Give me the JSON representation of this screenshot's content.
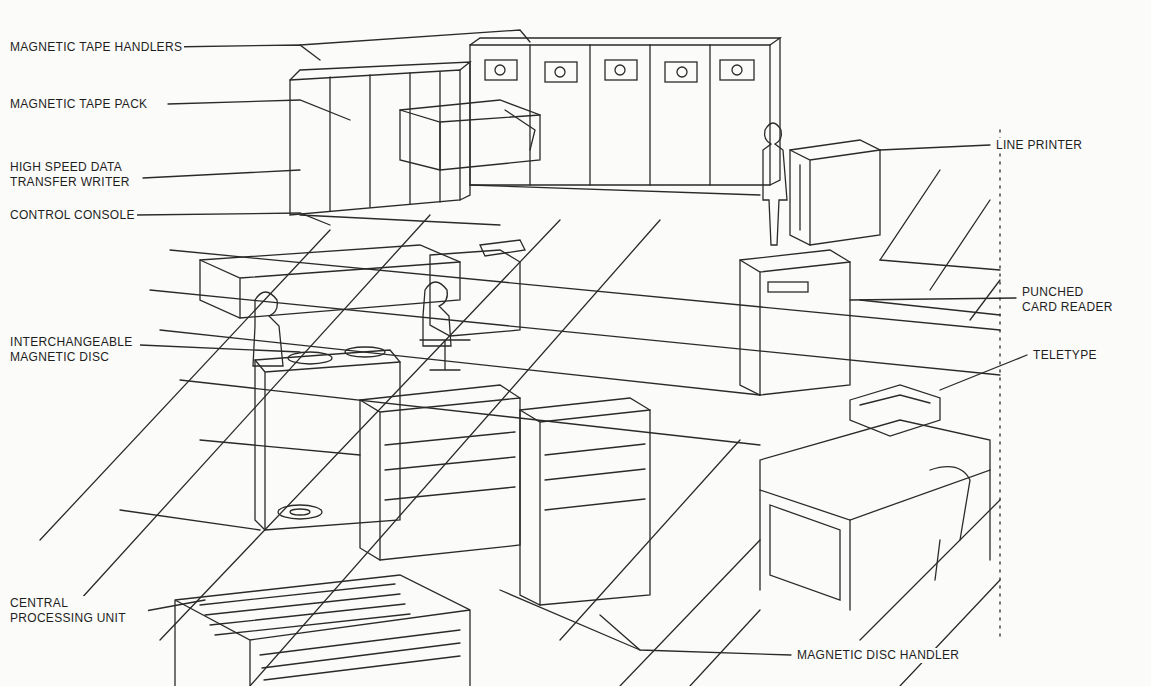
{
  "diagram": {
    "labels": [
      "MAGNETIC TAPE HANDLERS",
      "MAGNETIC TAPE PACK",
      "HIGH SPEED DATA TRANSFER WRITER",
      "CONTROL CONSOLE",
      "INTERCHANGEABLE MAGNETIC DISC",
      "CENTRAL PROCESSING UNIT",
      "LINE PRINTER",
      "PUNCHED CARD READER",
      "TELETYPE",
      "MAGNETIC DISC HANDLER"
    ]
  }
}
